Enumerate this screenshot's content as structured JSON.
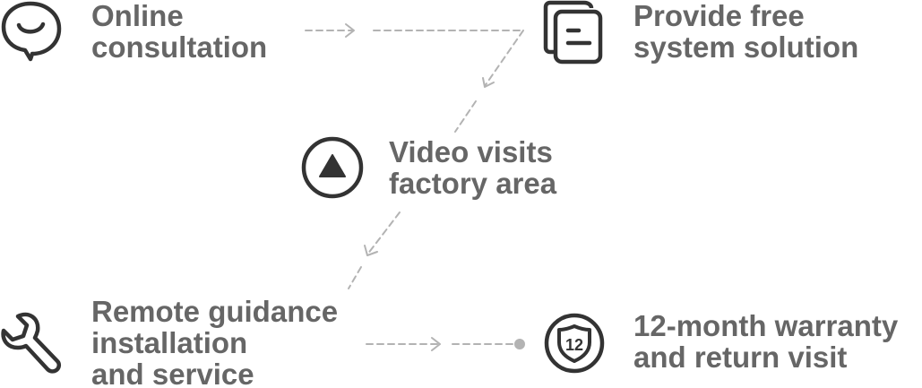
{
  "steps": [
    {
      "id": "online-consultation",
      "lines": [
        "Online",
        "consultation"
      ],
      "icon": "chat-bubble-smile-icon"
    },
    {
      "id": "free-solution",
      "lines": [
        "Provide free",
        "system solution"
      ],
      "icon": "documents-icon"
    },
    {
      "id": "video-visit",
      "lines": [
        "Video visits",
        "factory area"
      ],
      "icon": "play-triangle-icon"
    },
    {
      "id": "remote-guidance",
      "lines": [
        "Remote guidance",
        "installation",
        "and service"
      ],
      "icon": "wrench-icon"
    },
    {
      "id": "warranty",
      "lines": [
        "12-month warranty",
        "and return visit"
      ],
      "icon": "shield-badge-icon",
      "badge_text": "12"
    }
  ],
  "colors": {
    "text": "#666666",
    "icon_stroke": "#333333",
    "connector": "#b3b3b3"
  }
}
